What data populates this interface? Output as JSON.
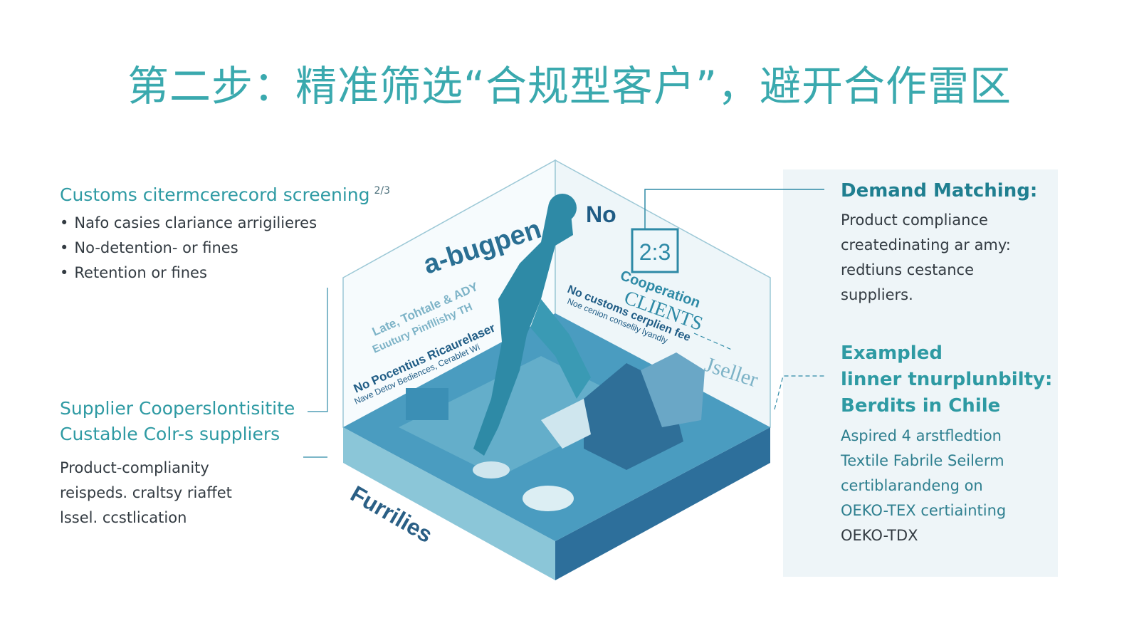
{
  "title": "第二步：精准筛选“合规型客户”，避开合作雷区",
  "left_top": {
    "heading": "Customs citermcerecord screening",
    "superscript": "2/3",
    "bullets": [
      "Nafo casies clariance arrigilieres",
      "No-detention- or fines",
      "Retention or fines"
    ]
  },
  "left_bottom": {
    "heading_line1": "Supplier Cooperslontisitite",
    "heading_line2": "Custable Colr-s suppliers",
    "para": [
      "Product-complianity",
      "reispeds. craltsy riaffet",
      "lssel. ccstlication"
    ]
  },
  "right_top": {
    "heading": "Demand Matching:",
    "para": [
      "Product compliance",
      "createdinating ar amy:",
      "redtiuns cestance",
      "suppliers."
    ]
  },
  "right_bottom": {
    "heading": [
      "Exampled",
      "linner tnurplunbilty:",
      "Berdits in Chile"
    ],
    "para": [
      "Aspired 4 arstfledtion",
      "Textile Fabrile Seilerm",
      "certiblarandeng on",
      "OEKO-TEX certiainting"
    ],
    "para_dark": "OEKO-TDX"
  },
  "illustration": {
    "sign_text": "a-bugpen",
    "no_text": "No",
    "counter": "2:3",
    "cooperation": "Cooperation",
    "clients": "CLIENTS",
    "wall_left_1": "Late, Tohtale & ADY",
    "wall_left_2": "Euutury Pinfllishy TH",
    "wall_left_3": "No Pocentius Ricaurelaser",
    "wall_left_4": "Nave Detov Bediences, Cerablet Wi",
    "wall_right_1": "No customs cerplien fee",
    "wall_right_2": "Noe cenion conselily lyandly",
    "jseller": "Jseller",
    "base_label": "Furrilies",
    "colors": {
      "accent": "#3aa9ae",
      "dark_teal": "#1f7f90",
      "floor": "#4a9cc0",
      "wall": "#f3f9fb"
    }
  }
}
